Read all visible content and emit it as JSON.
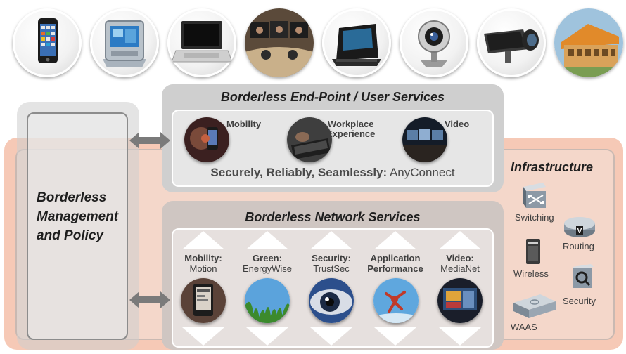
{
  "devices": [
    {
      "icon": "smartphone-icon"
    },
    {
      "icon": "video-phone-icon"
    },
    {
      "icon": "laptop-icon"
    },
    {
      "icon": "telepresence-room-icon"
    },
    {
      "icon": "desk-phone-icon"
    },
    {
      "icon": "webcam-icon"
    },
    {
      "icon": "security-camera-icon"
    },
    {
      "icon": "building-icon"
    }
  ],
  "management": {
    "title_lines": [
      "Borderless",
      "Management",
      "and Policy"
    ]
  },
  "endpoint": {
    "title": "Borderless End-Point / User Services",
    "services": [
      {
        "label_lines": [
          "Mobility"
        ],
        "icon": "mobile-user-icon"
      },
      {
        "label_lines": [
          "Workplace",
          "Experience"
        ],
        "icon": "keyboard-icon"
      },
      {
        "label_lines": [
          "Video"
        ],
        "icon": "video-screens-icon"
      }
    ],
    "tagline_bold": "Securely, Reliably, Seamlessly:",
    "tagline_rest": " AnyConnect"
  },
  "network": {
    "title": "Borderless Network Services",
    "services": [
      {
        "line1": "Mobility:",
        "line2": "Motion",
        "icon": "mobile-device-icon"
      },
      {
        "line1": "Green:",
        "line2": "EnergyWise",
        "icon": "grass-icon"
      },
      {
        "line1": "Security:",
        "line2": "TrustSec",
        "icon": "eye-icon"
      },
      {
        "line1": "Application",
        "line2": "Performance",
        "icon": "skydiver-icon"
      },
      {
        "line1": "Video:",
        "line2": "MediaNet",
        "icon": "media-screen-icon"
      }
    ]
  },
  "infrastructure": {
    "title": "Infrastructure",
    "items": [
      {
        "label": "Switching",
        "icon": "switch-icon"
      },
      {
        "label": "Routing",
        "icon": "router-icon"
      },
      {
        "label": "Wireless",
        "icon": "wireless-ap-icon"
      },
      {
        "label": "Security",
        "icon": "firewall-icon"
      },
      {
        "label": "WAAS",
        "icon": "waas-appliance-icon"
      }
    ]
  },
  "colors": {
    "infrastructure_fill": "#f6c9b6",
    "panel_gray": "#cfcfcf",
    "arrow_gray": "#7a7a7a"
  }
}
